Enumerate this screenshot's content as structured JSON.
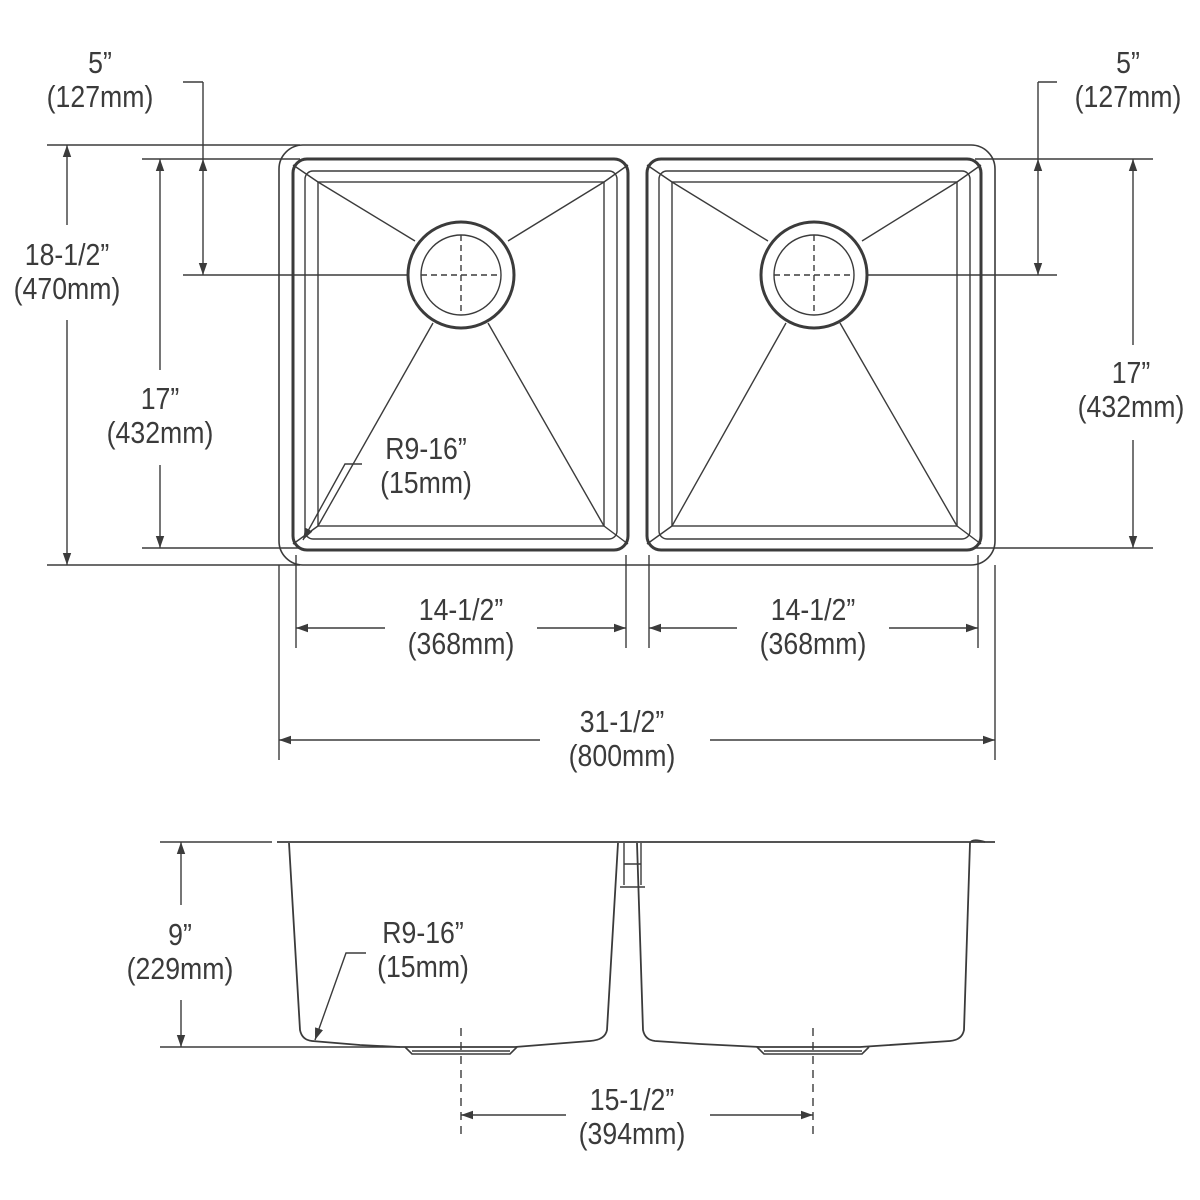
{
  "diagram": {
    "type": "technical-drawing",
    "subject": "double-bowl undermount sink",
    "line_color": "#3b3b3b",
    "views": {
      "top_view": {
        "dimensions": {
          "drain_offset_left": {
            "imperial": "5”",
            "metric": "(127mm)"
          },
          "drain_offset_right": {
            "imperial": "5”",
            "metric": "(127mm)"
          },
          "overall_depth": {
            "imperial": "18-1/2”",
            "metric": "(470mm)"
          },
          "bowl_depth_left": {
            "imperial": "17”",
            "metric": "(432mm)"
          },
          "bowl_depth_right": {
            "imperial": "17”",
            "metric": "(432mm)"
          },
          "corner_radius": {
            "imperial": "R9-16”",
            "metric": "(15mm)"
          },
          "bowl_width_left": {
            "imperial": "14-1/2”",
            "metric": "(368mm)"
          },
          "bowl_width_right": {
            "imperial": "14-1/2”",
            "metric": "(368mm)"
          },
          "overall_width": {
            "imperial": "31-1/2”",
            "metric": "(800mm)"
          }
        }
      },
      "front_view": {
        "dimensions": {
          "bowl_height": {
            "imperial": "9”",
            "metric": "(229mm)"
          },
          "corner_radius": {
            "imperial": "R9-16”",
            "metric": "(15mm)"
          },
          "drain_spacing": {
            "imperial": "15-1/2”",
            "metric": "(394mm)"
          }
        }
      }
    }
  }
}
